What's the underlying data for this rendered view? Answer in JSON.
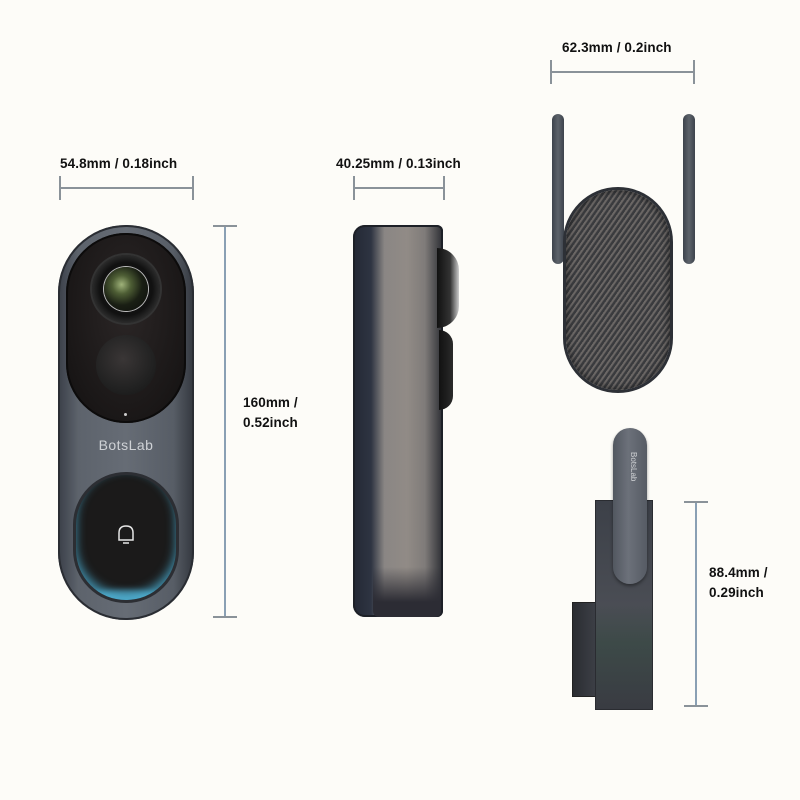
{
  "dimensions": {
    "doorbell_width": "54.8mm / 0.18inch",
    "doorbell_depth": "40.25mm / 0.13inch",
    "chime_width": "62.3mm / 0.2inch",
    "doorbell_height_line1": "160mm /",
    "doorbell_height_line2": "0.52inch",
    "chime_height_line1": "88.4mm /",
    "chime_height_line2": "0.29inch"
  },
  "products": {
    "doorbell_brand": "BotsLab",
    "chime_brand": "BotsLab"
  },
  "colors": {
    "background": "#fdfcf8",
    "dimension_line": "#8a9299",
    "led_ring": "#5ac8f0",
    "device_body": "#5d636c"
  }
}
